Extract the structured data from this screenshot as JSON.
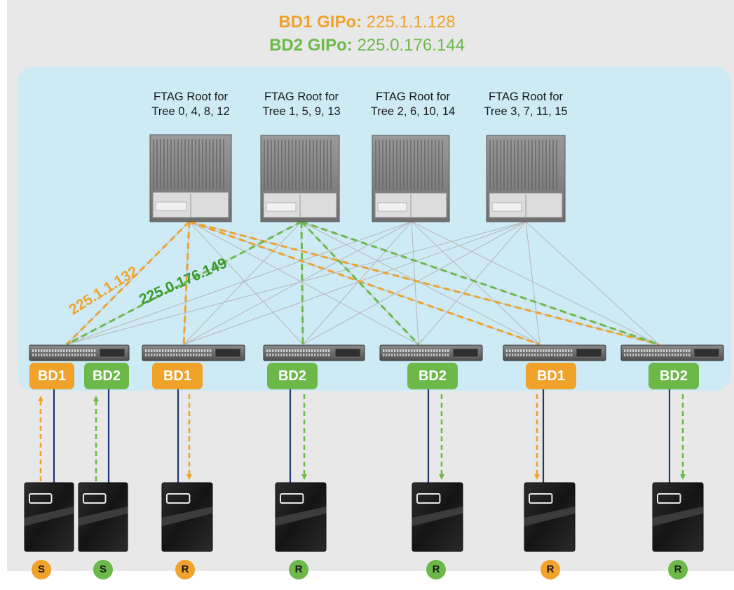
{
  "header": {
    "bd1_label": "BD1 GIPo:",
    "bd1_value": "225.1.1.128",
    "bd2_label": "BD2 GIPo:",
    "bd2_value": "225.0.176.144"
  },
  "spines": [
    {
      "line1": "FTAG Root for",
      "line2": "Tree 0, 4, 8, 12"
    },
    {
      "line1": "FTAG Root for",
      "line2": "Tree 1, 5, 9, 13"
    },
    {
      "line1": "FTAG Root for",
      "line2": "Tree 2, 6, 10, 14"
    },
    {
      "line1": "FTAG Root for",
      "line2": "Tree 3, 7, 11, 15"
    }
  ],
  "path_labels": {
    "bd1_leaf_group": "225.1.1.132",
    "bd2_leaf_group": "225.0.176.149"
  },
  "badges": [
    "BD1",
    "BD2",
    "BD1",
    "BD2",
    "BD2",
    "BD1",
    "BD2"
  ],
  "servers": [
    {
      "role": "S",
      "bd": "BD1"
    },
    {
      "role": "S",
      "bd": "BD2"
    },
    {
      "role": "R",
      "bd": "BD1"
    },
    {
      "role": "R",
      "bd": "BD2"
    },
    {
      "role": "R",
      "bd": "BD2"
    },
    {
      "role": "R",
      "bd": "BD1"
    },
    {
      "role": "R",
      "bd": "BD2"
    }
  ],
  "colors": {
    "bd1": "#f0a22a",
    "bd2": "#6cb94a",
    "fabric_bg": "#cdeaf5",
    "link": "#1f3a6e"
  }
}
